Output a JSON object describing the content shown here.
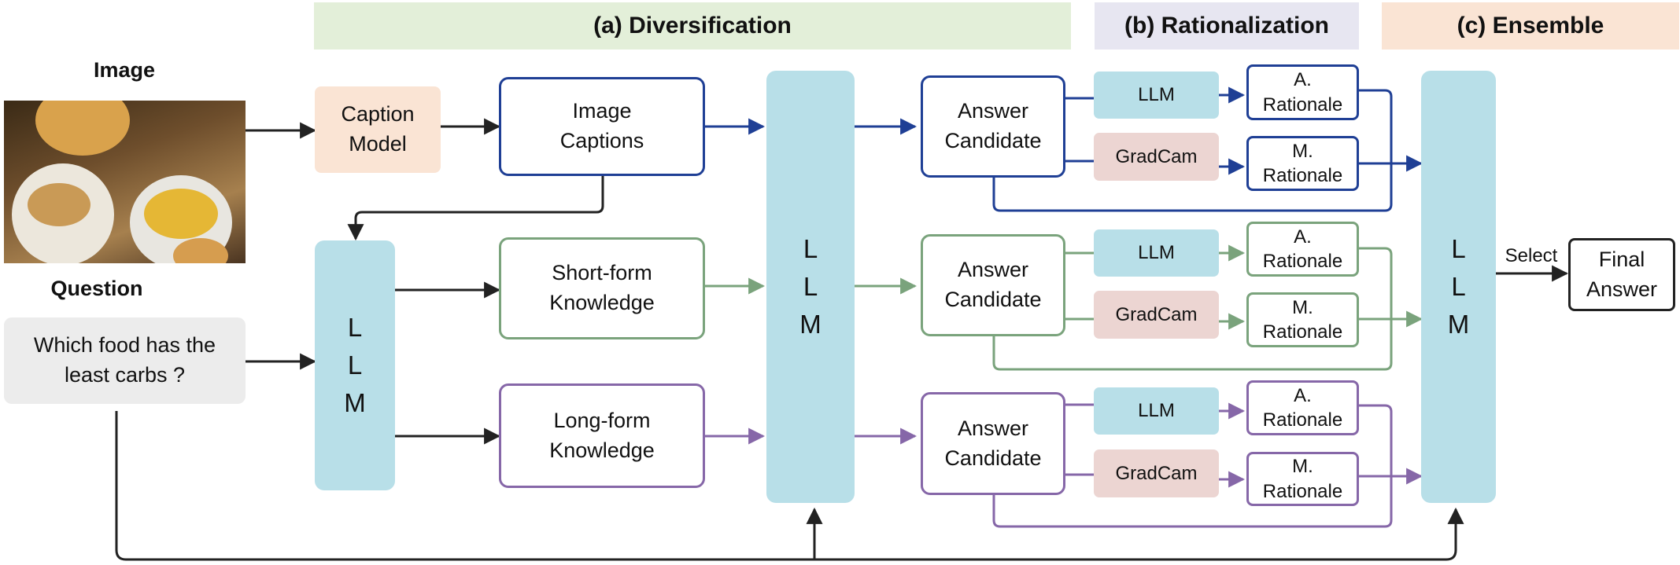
{
  "sections": {
    "diversification": "(a) Diversification",
    "rationalization": "(b) Rationalization",
    "ensemble": "(c) Ensemble"
  },
  "inputs": {
    "image_label": "Image",
    "question_label": "Question",
    "question_text": "Which food has the\nleast carbs ?"
  },
  "nodes": {
    "caption_model": "Caption\nModel",
    "image_captions": "Image\nCaptions",
    "short_form": "Short-form\nKnowledge",
    "long_form": "Long-form\nKnowledge",
    "llm_vertical": "L\nL\nM",
    "answer_candidate": "Answer\nCandidate",
    "llm": "LLM",
    "gradcam": "GradCam",
    "a_rationale": "A.\nRationale",
    "m_rationale": "M.\nRationale",
    "select": "Select",
    "final_answer": "Final\nAnswer"
  },
  "colors": {
    "blue": "#1f3f95",
    "green": "#7aa37c",
    "purple": "#8667a8",
    "dark": "#222222",
    "llm_fill": "#b8dfe8",
    "caption_fill": "#fae4d4",
    "gradcam_fill": "#ecd5d2",
    "question_fill": "#ececec",
    "band_a": "#e3efd9",
    "band_b": "#e7e6f1",
    "band_c": "#fae4d4"
  }
}
